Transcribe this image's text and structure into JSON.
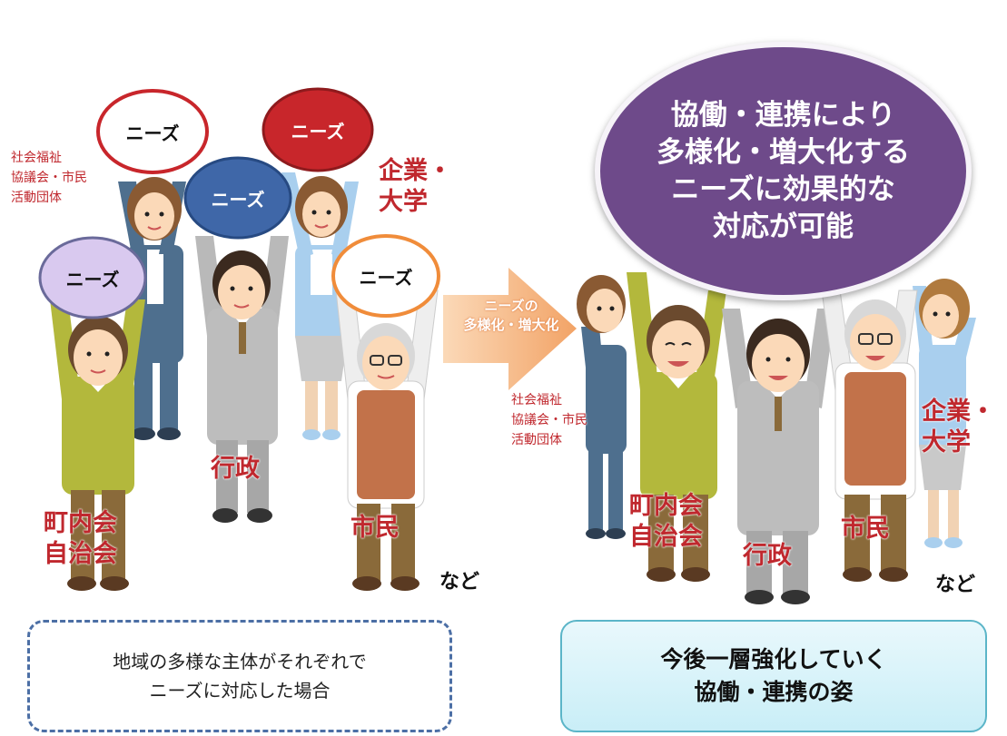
{
  "left": {
    "needs_label": "ニーズ",
    "groups": {
      "shakai": [
        "社会福祉",
        "協議会・市民",
        "活動団体"
      ],
      "kigyo": [
        "企業・",
        "大学"
      ],
      "gyosei": "行政",
      "chonaikai": [
        "町内会",
        "自治会"
      ],
      "shimin": "市民"
    },
    "nado": "など"
  },
  "arrow": {
    "line1": "ニーズの",
    "line2": "多様化・増大化"
  },
  "right": {
    "big_circle": [
      "協働・連携により",
      "多様化・増大化する",
      "ニーズに効果的な",
      "対応が可能"
    ],
    "groups": {
      "shakai": [
        "社会福祉",
        "協議会・市民",
        "活動団体"
      ],
      "kigyo": [
        "企業・",
        "大学"
      ],
      "chonaikai": [
        "町内会",
        "自治会"
      ],
      "gyosei": "行政",
      "shimin": "市民"
    },
    "nado": "など"
  },
  "captions": {
    "left": [
      "地域の多様な主体がそれぞれで",
      "ニーズに対応した場合"
    ],
    "right": [
      "今後一層強化していく",
      "協働・連携の姿"
    ]
  },
  "colors": {
    "needs_white": "#ffffff",
    "needs_red": "#c8262b",
    "needs_blue": "#3f67a8",
    "needs_lavender": "#d9c9ef",
    "needs_orange_border": "#f08c3a",
    "big_circle": "#6e4a8a",
    "label_red": "#c0282e",
    "arrow": "#f5b57d"
  }
}
